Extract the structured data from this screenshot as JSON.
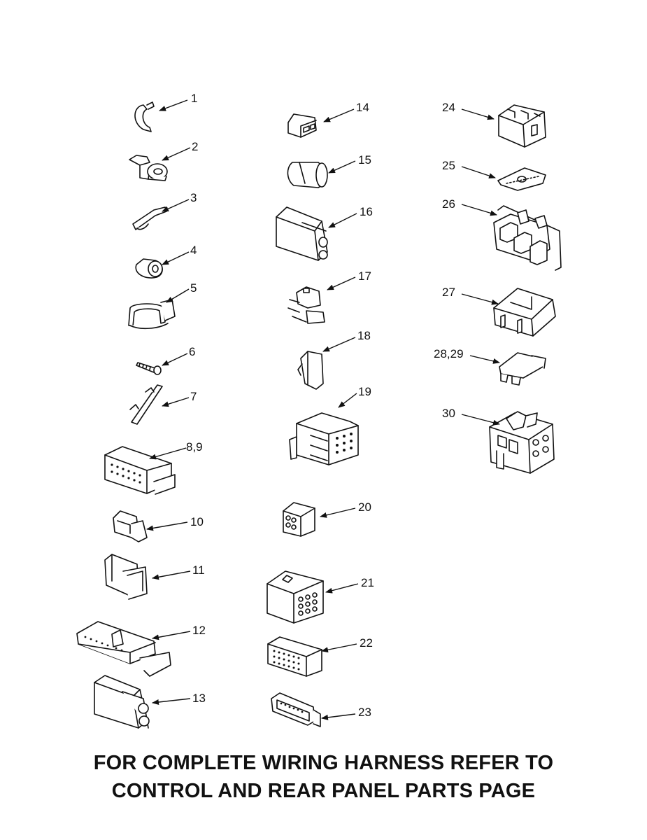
{
  "callouts": [
    {
      "id": "p1",
      "label": "1"
    },
    {
      "id": "p2",
      "label": "2"
    },
    {
      "id": "p3",
      "label": "3"
    },
    {
      "id": "p4",
      "label": "4"
    },
    {
      "id": "p5",
      "label": "5"
    },
    {
      "id": "p6",
      "label": "6"
    },
    {
      "id": "p7",
      "label": "7"
    },
    {
      "id": "p8",
      "label": "8,9"
    },
    {
      "id": "p10",
      "label": "10"
    },
    {
      "id": "p11",
      "label": "11"
    },
    {
      "id": "p12",
      "label": "12"
    },
    {
      "id": "p13",
      "label": "13"
    },
    {
      "id": "p14",
      "label": "14"
    },
    {
      "id": "p15",
      "label": "15"
    },
    {
      "id": "p16",
      "label": "16"
    },
    {
      "id": "p17",
      "label": "17"
    },
    {
      "id": "p18",
      "label": "18"
    },
    {
      "id": "p19",
      "label": "19"
    },
    {
      "id": "p20",
      "label": "20"
    },
    {
      "id": "p21",
      "label": "21"
    },
    {
      "id": "p22",
      "label": "22"
    },
    {
      "id": "p23",
      "label": "23"
    },
    {
      "id": "p24",
      "label": "24"
    },
    {
      "id": "p25",
      "label": "25"
    },
    {
      "id": "p26",
      "label": "26"
    },
    {
      "id": "p27",
      "label": "27"
    },
    {
      "id": "p28",
      "label": "28,29"
    },
    {
      "id": "p30",
      "label": "30"
    }
  ],
  "footer": {
    "line1": "FOR COMPLETE WIRING HARNESS REFER TO",
    "line2": "CONTROL AND REAR PANEL PARTS PAGE"
  }
}
